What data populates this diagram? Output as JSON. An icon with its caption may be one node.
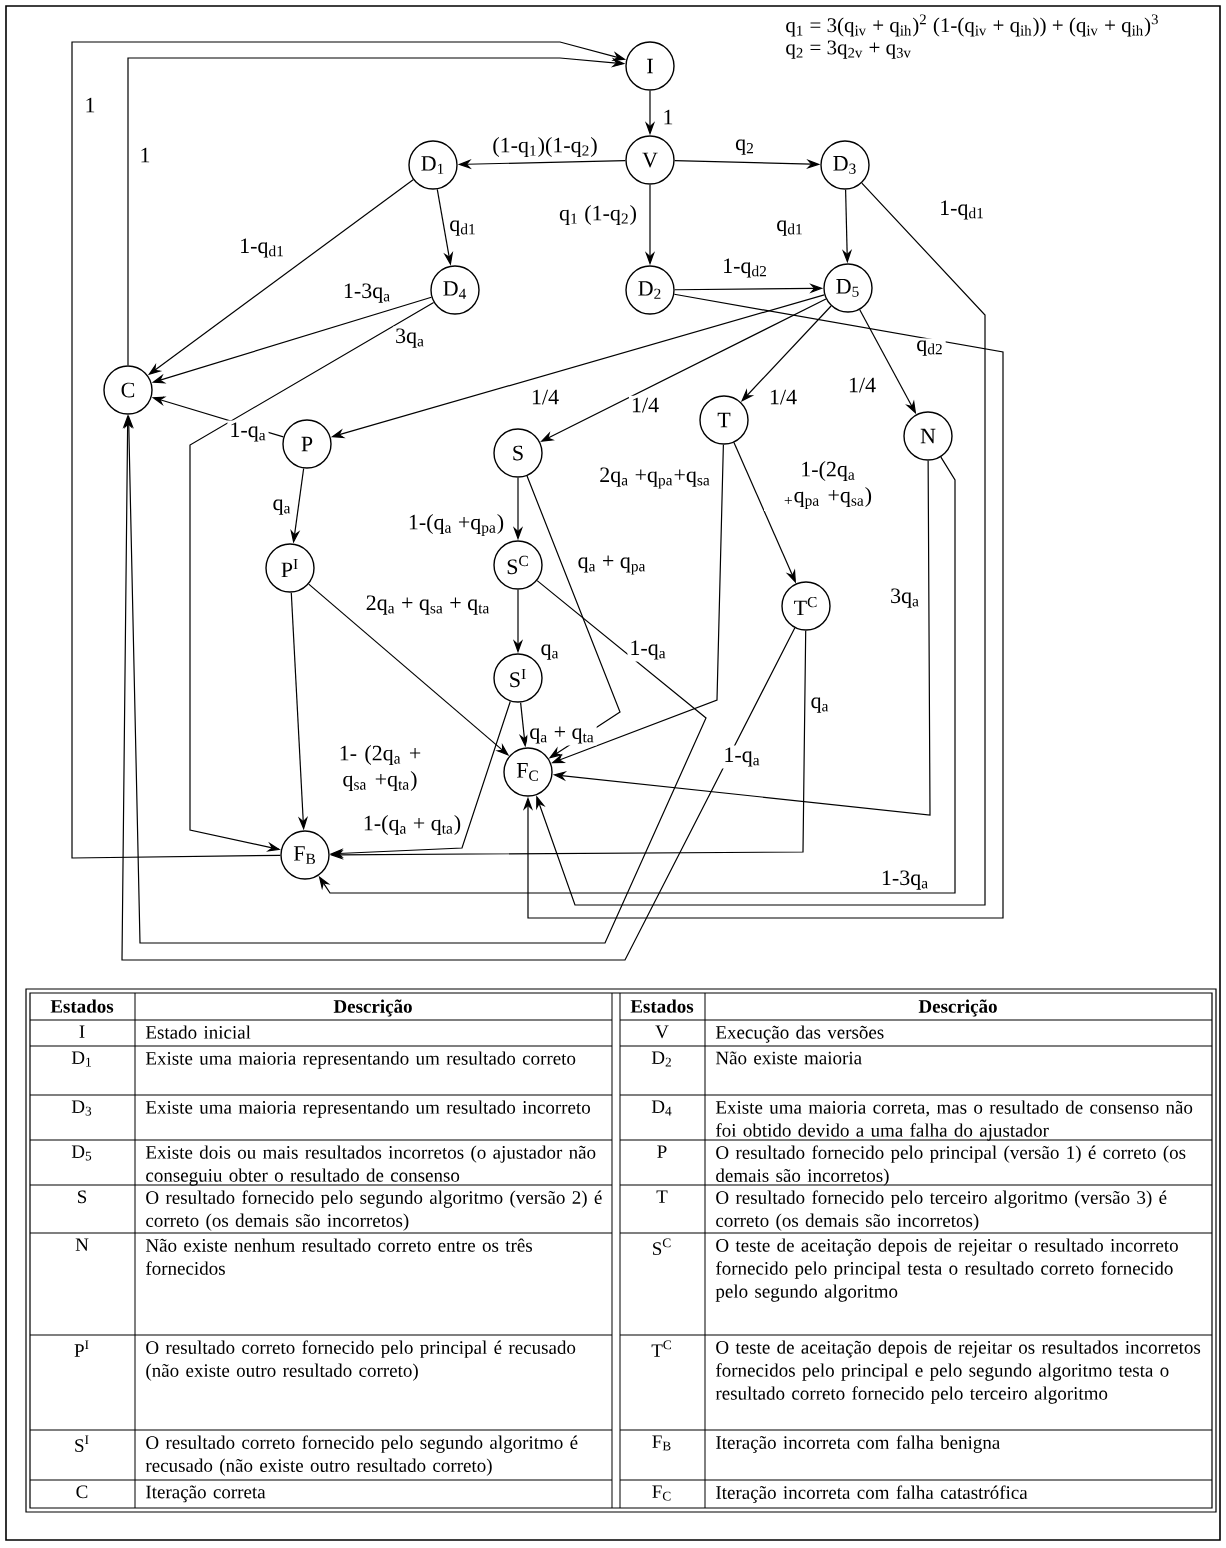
{
  "diagram": {
    "nodes": [
      {
        "text": [
          "I"
        ]
      },
      {
        "text": [
          "V"
        ]
      },
      {
        "text": [
          "D$_{1}$"
        ]
      },
      {
        "text": [
          "D$_{3}$"
        ]
      },
      {
        "text": [
          "D$_{4}$"
        ]
      },
      {
        "text": [
          "D$_{2}$"
        ]
      },
      {
        "text": [
          "D$_{5}$"
        ]
      },
      {
        "text": [
          "C"
        ]
      },
      {
        "text": [
          "P"
        ]
      },
      {
        "text": [
          "S"
        ]
      },
      {
        "text": [
          "T"
        ]
      },
      {
        "text": [
          "N"
        ]
      },
      {
        "text": [
          "P$^{I}$"
        ]
      },
      {
        "text": [
          "S$^{C}$"
        ]
      },
      {
        "text": [
          "T$^{C}$"
        ]
      },
      {
        "text": [
          "S$^{I}$"
        ]
      },
      {
        "text": [
          "F$_{C}$"
        ]
      },
      {
        "text": [
          "F$_{B}$"
        ]
      }
    ],
    "edges": [
      {
        "from": 0,
        "to": 1,
        "arrow": "to",
        "label": "1"
      },
      {
        "from": 1,
        "to": 2,
        "arrow": "to",
        "label": "(1-q$_{1}$)(1-q$_{2}$)"
      },
      {
        "from": 1,
        "to": 3,
        "arrow": "to",
        "label": "q$_{2}$"
      },
      {
        "from": 1,
        "to": 5,
        "arrow": "to",
        "label": "q$_{1}$ (1-q$_{2}$)"
      },
      {
        "from": 2,
        "to": 4,
        "arrow": "to",
        "label": "q$_{d1}$"
      },
      {
        "from": 3,
        "to": 6,
        "arrow": "to",
        "label": "q$_{d1}$"
      },
      {
        "from": 5,
        "to": 6,
        "arrow": "to",
        "label": "1-q$_{d2}$"
      },
      {
        "from": 2,
        "to": 7,
        "arrow": "to",
        "label": "1-q$_{d1}$"
      },
      {
        "from": 4,
        "to": 7,
        "arrow": "to",
        "label": "1-3q$_{a}$"
      },
      {
        "from": 4,
        "to": 17,
        "arrow": "to",
        "label": "3q$_{a}$"
      },
      {
        "from": 6,
        "to": 8,
        "arrow": "to",
        "label": "1/4"
      },
      {
        "from": 6,
        "to": 9,
        "arrow": "to",
        "label": "1/4"
      },
      {
        "from": 6,
        "to": 10,
        "arrow": "to",
        "label": "1/4"
      },
      {
        "from": 6,
        "to": 11,
        "arrow": "to",
        "label": "1/4"
      },
      {
        "from": 5,
        "to": 16,
        "arrow": "to",
        "label": "q$_{d2}$"
      },
      {
        "from": 3,
        "to": 16,
        "arrow": "to",
        "label": "1-q$_{d1}$"
      },
      {
        "from": 8,
        "to": 7,
        "arrow": "to",
        "label": "1-q$_{a}$"
      },
      {
        "from": 8,
        "to": 12,
        "arrow": "to",
        "label": "q$_{a}$"
      },
      {
        "from": 9,
        "to": 13,
        "arrow": "to",
        "label": "1-(q$_{a}$ +q$_{pa}$)"
      },
      {
        "from": 9,
        "to": 16,
        "arrow": "to",
        "label": "q$_{a}$ + q$_{pa}$"
      },
      {
        "from": 10,
        "to": 14,
        "arrow": "to",
        "label": "1-(2q$_{a}$ $_{+}$q$_{pa}$ +q$_{sa}$)"
      },
      {
        "from": 10,
        "to": 16,
        "arrow": "to",
        "label": "2q$_{a}$ +q$_{pa}$+q$_{sa}$"
      },
      {
        "from": 12,
        "to": 16,
        "arrow": "to",
        "label": "2q$_{a}$ + q$_{sa}$ + q$_{ta}$"
      },
      {
        "from": 12,
        "to": 17,
        "arrow": "to",
        "label": "1- (2q$_{a}$ + q$_{sa}$ +q$_{ta}$)"
      },
      {
        "from": 13,
        "to": 15,
        "arrow": "to",
        "label": "q$_{a}$"
      },
      {
        "from": 13,
        "to": 7,
        "arrow": "to",
        "label": "1-q$_{a}$"
      },
      {
        "from": 15,
        "to": 16,
        "arrow": "to",
        "label": "q$_{a}$ + q$_{ta}$"
      },
      {
        "from": 15,
        "to": 17,
        "arrow": "to",
        "label": "1-(q$_{a}$ + q$_{ta}$)"
      },
      {
        "from": 14,
        "to": 7,
        "arrow": "to",
        "label": "1-q$_{a}$"
      },
      {
        "from": 14,
        "to": 17,
        "arrow": "to",
        "label": "q$_{a}$"
      },
      {
        "from": 11,
        "to": 16,
        "arrow": "to",
        "label": "3q$_{a}$"
      },
      {
        "from": 11,
        "to": 17,
        "arrow": "to",
        "label": "1-3q$_{a}$"
      },
      {
        "from": 17,
        "to": 0,
        "arrow": "to",
        "label": "1"
      },
      {
        "from": 7,
        "to": 0,
        "arrow": "to",
        "label": "1"
      }
    ],
    "labels": [
      "q$_{1}$ = 3(q$_{iv}$ + q$_{ih}$)$^{2}$ (1-(q$_{iv}$ + q$_{ih}$)) + (q$_{iv}$ + q$_{ih}$)$^{3}$",
      "q$_{2}$ = 3q$_{2v}$ + q$_{3v}$",
      "Estados",
      "Descrição",
      "Estados",
      "Descrição",
      "I",
      "Estado inicial",
      "V",
      "Execução das versões",
      "D$_{1}$",
      "Existe uma maioria representando um resultado correto",
      "D$_{2}$",
      "Não existe maioria",
      "D$_{3}$",
      "Existe uma maioria representando um resultado incorreto",
      "D$_{4}$",
      "Existe uma maioria correta, mas o resultado de consenso não foi obtido devido a uma falha do ajustador",
      "D$_{5}$",
      "Existe dois ou mais resultados incorretos (o ajustador não conseguiu obter o resultado de consenso",
      "P",
      "O resultado fornecido pelo principal (versão 1) é correto (os demais são incorretos)",
      "S",
      "O resultado fornecido pelo segundo algoritmo (versão 2) é correto (os demais são incorretos)",
      "T",
      "O resultado fornecido pelo terceiro algoritmo (versão 3) é correto (os demais são incorretos)",
      "N",
      "Não existe nenhum resultado correto entre os três fornecidos",
      "S$^{C}$",
      "O teste de aceitação depois de rejeitar o resultado incorreto fornecido pelo principal testa o resultado correto fornecido pelo segundo algoritmo",
      "P$^{I}$",
      "O resultado correto fornecido pelo principal é recusado (não existe outro resultado correto)",
      "T$^{C}$",
      "O teste de aceitação depois de rejeitar os resultados incorretos fornecidos pelo principal e pelo segundo algoritmo testa o resultado correto fornecido pelo terceiro algoritmo",
      "S$^{I}$",
      "O resultado correto fornecido pelo segundo algoritmo é recusado (não existe outro resultado correto)",
      "F$_{B}$",
      "Iteração incorreta com falha benigna",
      "C",
      "Iteração correta",
      "F$_{C}$",
      "Iteração incorreta com falha catastrófica"
    ]
  }
}
